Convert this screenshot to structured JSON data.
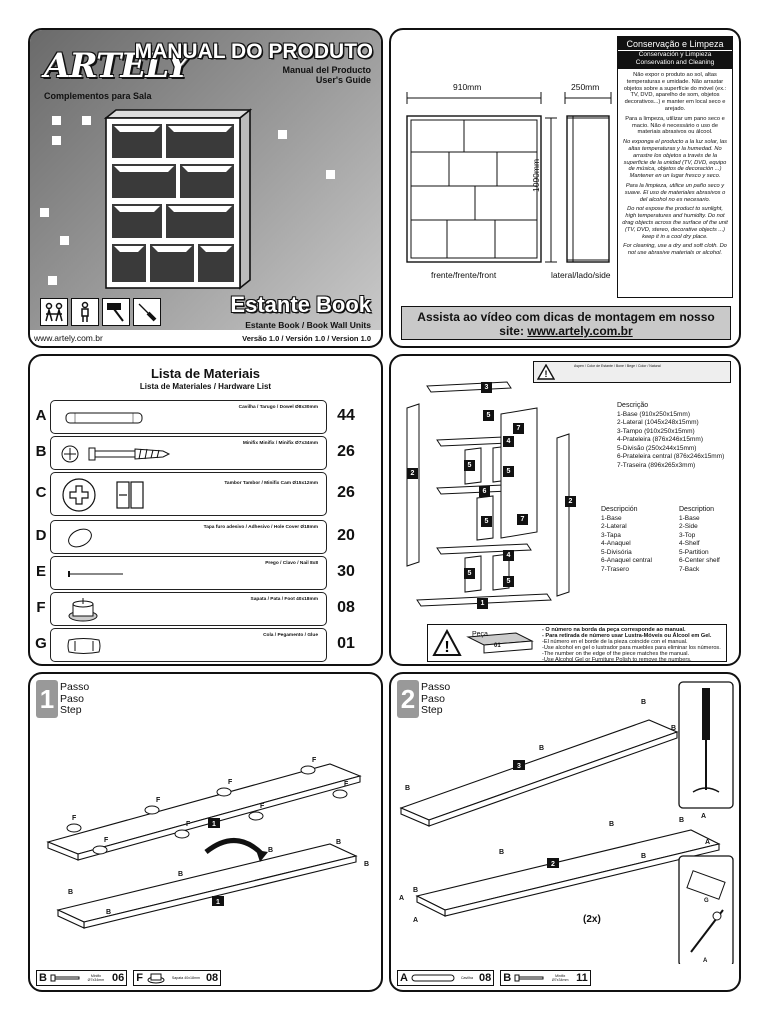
{
  "cover": {
    "brand": "ARTELY",
    "brand_tagline": "Complementos para Sala",
    "title": "MANUAL DO PRODUTO",
    "subtitle_1": "Manual del Producto",
    "subtitle_2": "User's Guide",
    "product": "Estante Book",
    "product_sub": "Estante Book  / Book Wall Units",
    "version": "Versão 1.0 / Versión 1.0 / Version 1.0",
    "website": "www.artely.com.br",
    "tool_icons": [
      "two-people-icon",
      "person-icon",
      "hammer-icon",
      "screwdriver-icon"
    ]
  },
  "dimensions": {
    "width": "910mm",
    "depth": "250mm",
    "height": "1090mm",
    "front_label": "frente/frente/front",
    "side_label": "lateral/lado/side"
  },
  "care": {
    "title": "Conservação e Limpeza",
    "subtitle_1": "Conservación y Limpieza",
    "subtitle_2": "Conservation and Cleaning",
    "pt": "Não expor o produto ao sol, altas temperaturas e umidade. Não arrastar objetos sobre a superfície do móvel (ex.: TV, DVD, aparelho de som, objetos decorativos...) e manter em local seco e arejado.",
    "pt_2": "Para a limpeza, utilizar um pano seco e macio. Não é necessário o uso de materiais abrasivos ou álcool.",
    "es": "No exponga el producto a la luz solar, las altas temperaturas y la humedad. No arrastre los objetos a través de la superficie de la unidad (TV, DVD, equipo de música, objetos de decoración ...) Mantener en un lugar fresco y seco.",
    "es_2": "Para la limpieza, utilice un paño seco y suave. El uso de materiales abrasivos o del alcohol no es necesario.",
    "en": "Do not expose the product to sunlight, high temperatures and humidity. Do not drag objects across the surface of the unit (TV, DVD, stereo, decorative objects ...) keep it in a cool dry place.",
    "en_2": "For cleaning, use a dry and soft cloth. Do not use abrasive materials or alcohol."
  },
  "video": {
    "line1": "Assista ao vídeo com dicas de montagem em nosso",
    "line2_prefix": "site: ",
    "url": "www.artely.com.br"
  },
  "materials": {
    "title": "Lista de Materiais",
    "subtitle": "Lista de Materiales / Hardware List",
    "items": [
      {
        "letter": "A",
        "name": "Cavilha / Tarugo / Dowel Ø8x30mm",
        "qty": "44"
      },
      {
        "letter": "B",
        "name": "Minifix Minifix / Minifix Ø7x34mm",
        "qty": "26"
      },
      {
        "letter": "C",
        "name": "Tambor Tambor / Minifix Cam Ø15x12mm",
        "qty": "26"
      },
      {
        "letter": "D",
        "name": "Tapa furo adesivo / Adhesivo / Hole Cover Ø18mm",
        "qty": "20"
      },
      {
        "letter": "E",
        "name": "Prego / Clavo / Nail 8x8",
        "qty": "30"
      },
      {
        "letter": "F",
        "name": "Sapata / Pata / Foot 40x18mm",
        "qty": "08"
      },
      {
        "letter": "G",
        "name": "Cola / Pegamento / Glue",
        "qty": "01"
      }
    ]
  },
  "parts": {
    "color_note": "Aspen / Color de Estante / Bone / Bege / Color / Natural",
    "heading": "Descrição",
    "pt": [
      "1-Base (910x250x15mm)",
      "2-Lateral (1045x248x15mm)",
      "3-Tampo (910x250x15mm)",
      "4-Prateleira (876x246x15mm)",
      "5-Divisão (250x244x15mm)",
      "6-Prateleira central (876x246x15mm)",
      "7-Traseira (896x265x3mm)"
    ],
    "es_heading": "Descripción",
    "es": [
      "1-Base",
      "2-Lateral",
      "3-Tapa",
      "4-Anaquel",
      "5-Divisória",
      "6-Anaquel central",
      "7-Trasero"
    ],
    "en_heading": "Description",
    "en": [
      "1-Base",
      "2-Side",
      "3-Top",
      "4-Shelf",
      "5-Partition",
      "6-Center shelf",
      "7-Back"
    ],
    "piece_label": "Peça",
    "piece_number": "01",
    "warning_lines": [
      "- O número na borda da peça corresponde ao manual.",
      "- Para retirada de número usar Lustra-Móveis ou Álcool em Gel.",
      "-El número en el borde de la pieza coincide con el manual.",
      "-Use alcohol en gel o lustrador para muebles para eliminar los números.",
      "-The number on the edge of the piece matches the manual.",
      "-Use Alcohol Gel or Furniture Polish to remove the numbers."
    ]
  },
  "step1": {
    "number": "1",
    "label": "Passo\nPaso\nStep",
    "hardware": [
      {
        "letter": "B",
        "name": "Minifix Ø7x34mm",
        "qty": "06"
      },
      {
        "letter": "F",
        "name": "Sapata 40x18mm",
        "qty": "08"
      }
    ]
  },
  "step2": {
    "number": "2",
    "label": "Passo\nPaso\nStep",
    "multiplier": "(2x)",
    "hardware": [
      {
        "letter": "A",
        "name": "Cavilha",
        "qty": "08"
      },
      {
        "letter": "B",
        "name": "Minifix Ø7x34mm",
        "qty": "11"
      }
    ]
  }
}
